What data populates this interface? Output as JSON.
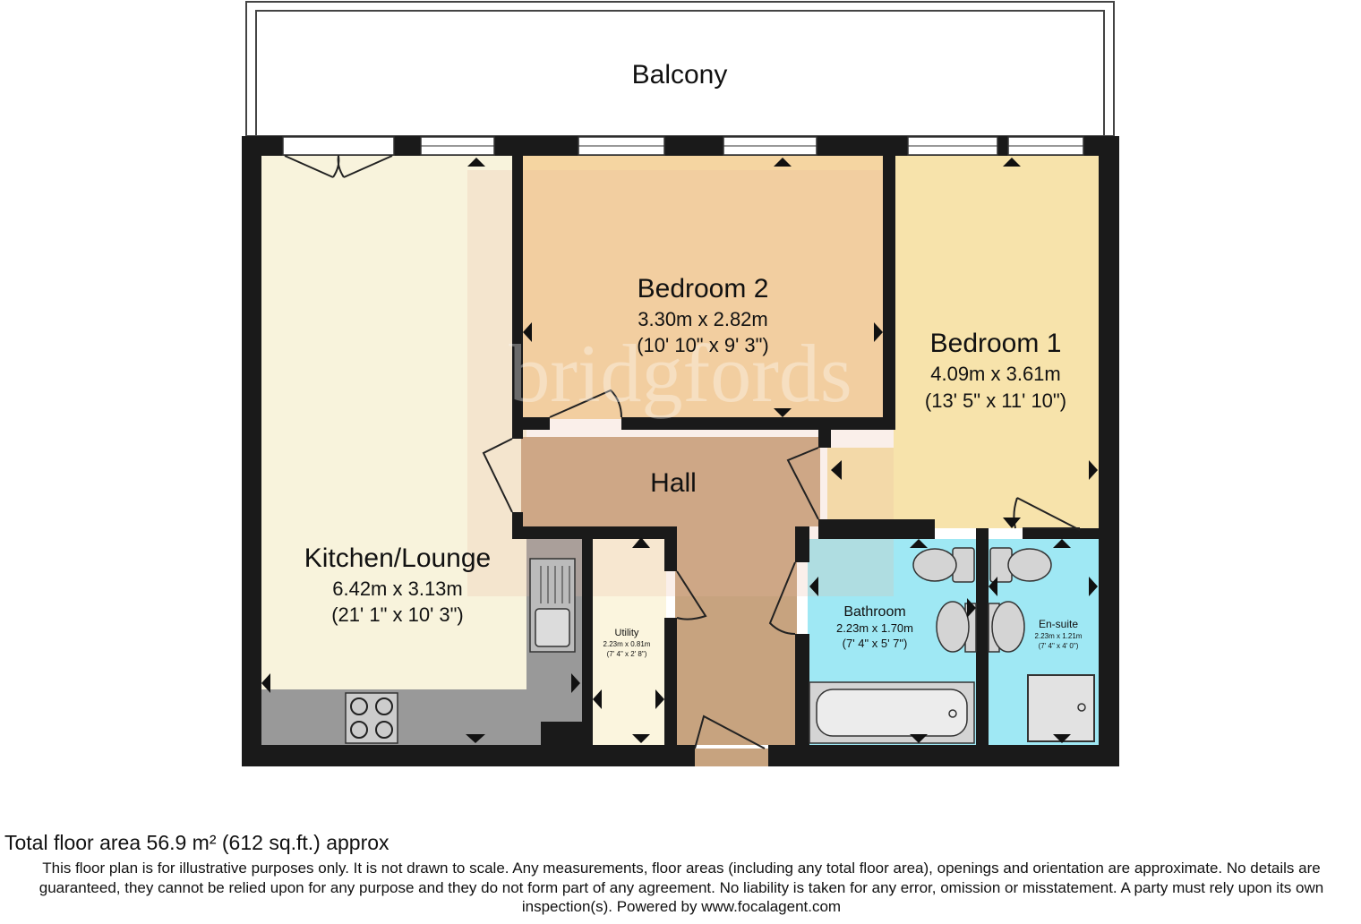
{
  "watermark": "bridgfords",
  "rooms": {
    "balcony": {
      "name": "Balcony"
    },
    "bedroom2": {
      "name": "Bedroom 2",
      "metric": "3.30m x 2.82m",
      "imperial": "(10' 10\" x 9' 3\")"
    },
    "bedroom1": {
      "name": "Bedroom 1",
      "metric": "4.09m x 3.61m",
      "imperial": "(13' 5\" x 11' 10\")"
    },
    "hall": {
      "name": "Hall"
    },
    "kitchen": {
      "name": "Kitchen/Lounge",
      "metric": "6.42m x 3.13m",
      "imperial": "(21' 1\" x 10' 3\")"
    },
    "utility": {
      "name": "Utility",
      "metric": "2.23m x 0.81m",
      "imperial": "(7' 4\" x 2' 8\")"
    },
    "bathroom": {
      "name": "Bathroom",
      "metric": "2.23m x 1.70m",
      "imperial": "(7' 4\" x 5' 7\")"
    },
    "ensuite": {
      "name": "En-suite",
      "metric": "2.23m x 1.21m",
      "imperial": "(7' 4\" x 4' 0\")"
    }
  },
  "colors": {
    "wall": "#1a1a1a",
    "kitchen": "#f8f3dc",
    "bedroom2": "#f5d5a1",
    "bedroom1": "#f7e3ab",
    "hall": "#c7a37f",
    "utility": "#fbf5de",
    "wet_room": "#9fe8f4",
    "worktop": "#999999"
  },
  "footer": {
    "total_area": "Total floor area 56.9 m² (612 sq.ft.) approx",
    "disclaimer": "This floor plan is for illustrative purposes only. It is not drawn to scale. Any measurements, floor areas (including any total floor area), openings and orientation are approximate. No details are guaranteed, they cannot be relied upon for any purpose and they do not form part of any agreement. No liability is taken for any error, omission or misstatement. A party must rely upon its own inspection(s). Powered by www.focalagent.com"
  }
}
